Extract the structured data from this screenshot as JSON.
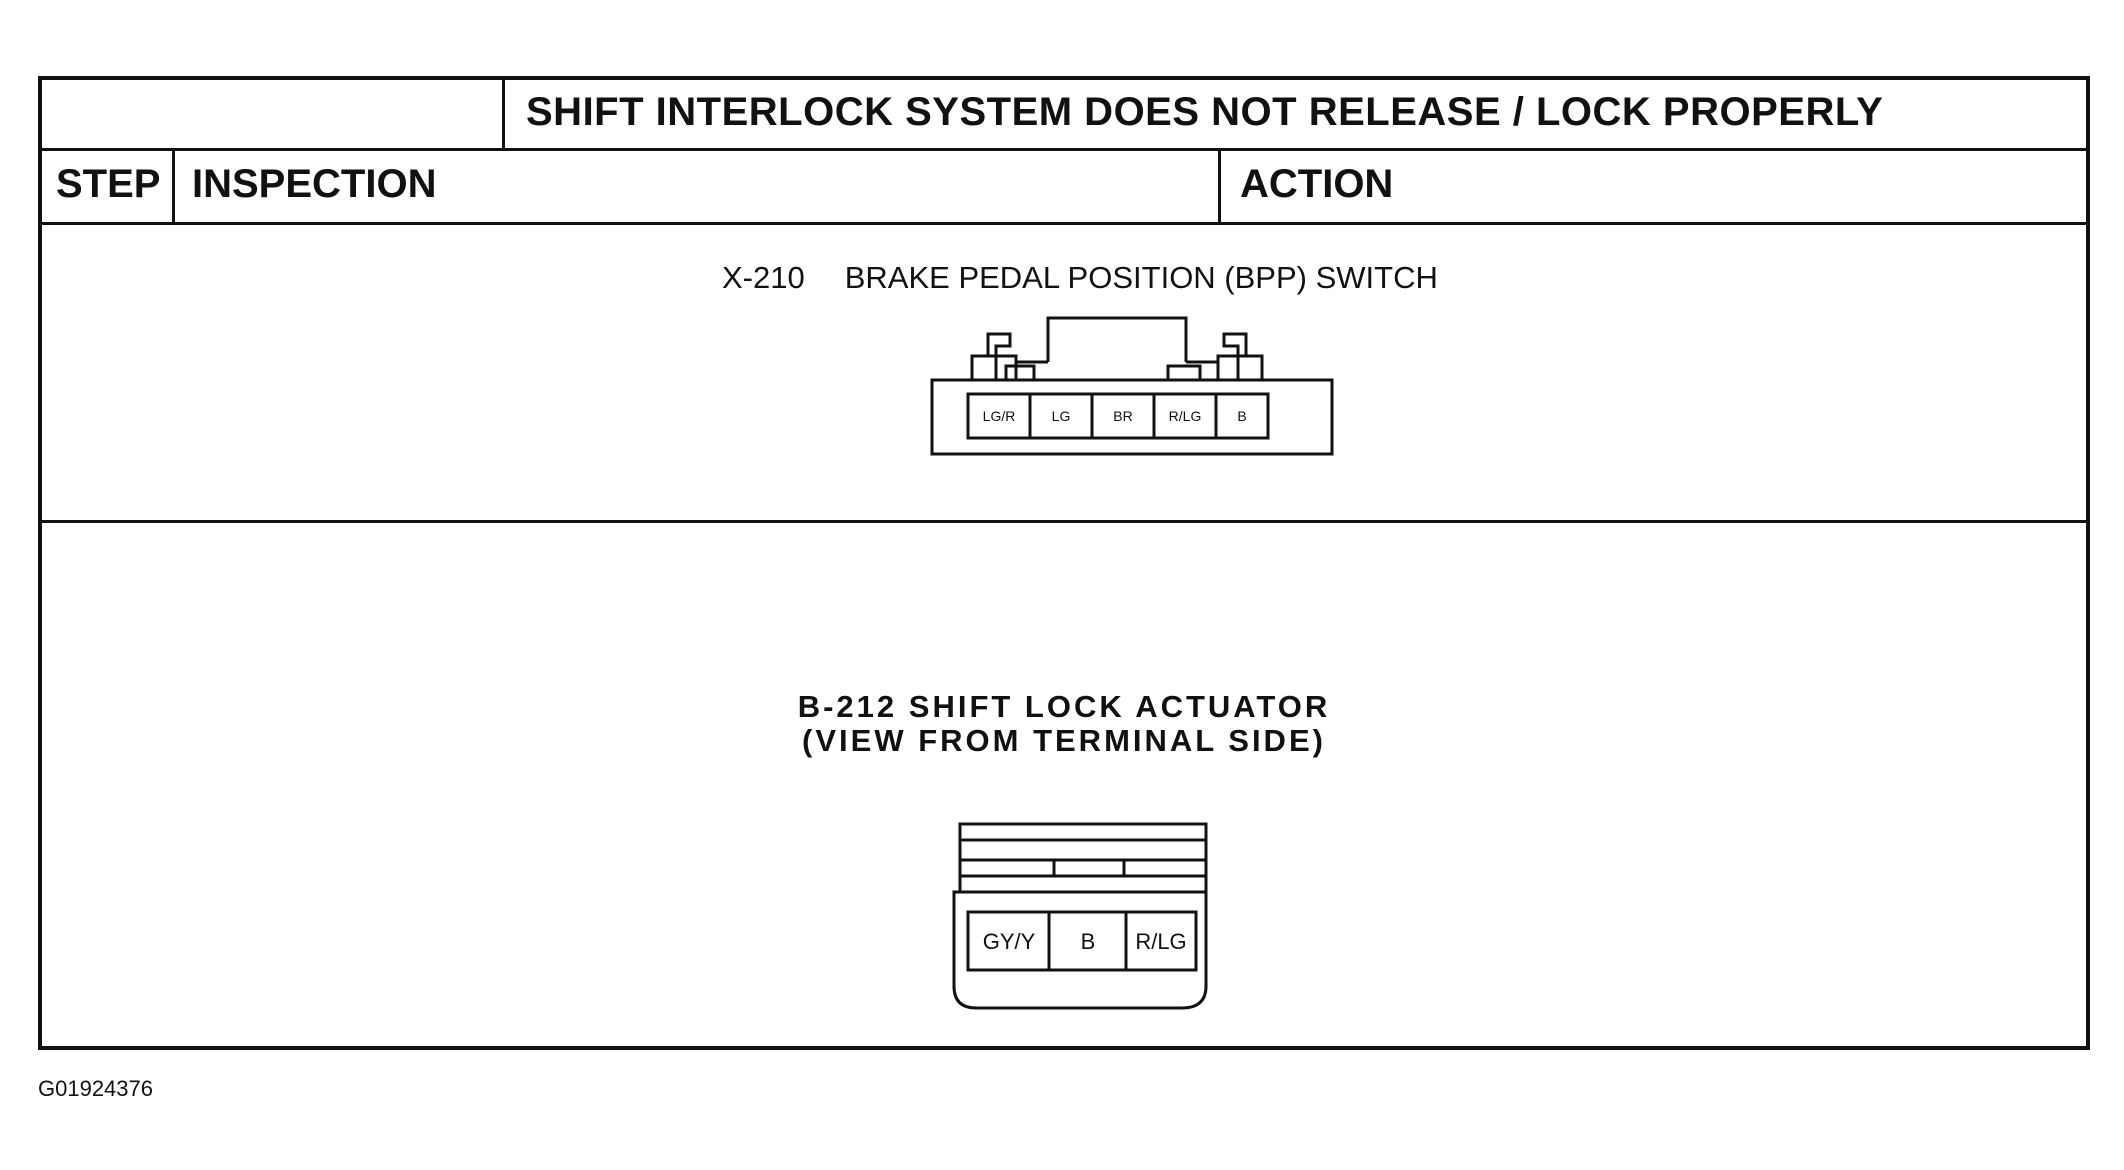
{
  "table": {
    "title": "SHIFT INTERLOCK SYSTEM DOES NOT RELEASE / LOCK PROPERLY",
    "columns": {
      "step": "STEP",
      "inspection": "INSPECTION",
      "action": "ACTION"
    }
  },
  "connector_x210": {
    "code": "X-210",
    "name": "BRAKE PEDAL POSITION (BPP) SWITCH",
    "pins": [
      "LG/R",
      "LG",
      "BR",
      "R/LG",
      "B"
    ]
  },
  "connector_b212": {
    "line1": "B-212 SHIFT LOCK ACTUATOR",
    "line2": "(VIEW FROM TERMINAL SIDE)",
    "pins": [
      "GY/Y",
      "B",
      "R/LG"
    ]
  },
  "figure_code": "G01924376"
}
